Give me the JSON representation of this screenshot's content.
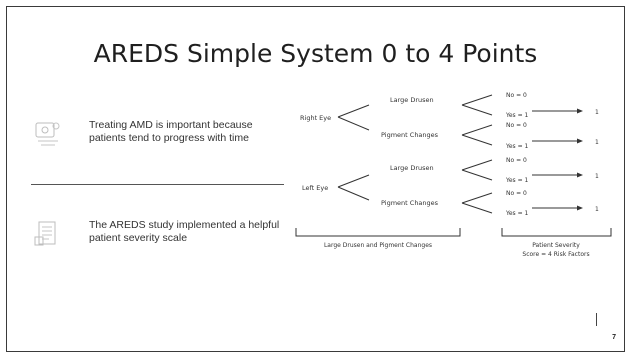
{
  "slide": {
    "title": "AREDS Simple System 0 to 4 Points",
    "page_number": "7"
  },
  "bullets": [
    {
      "text": "Treating AMD is important because patients tend to progress with time",
      "icon": "patient-eye-icon"
    },
    {
      "text": "The AREDS study implemented a helpful patient severity scale",
      "icon": "document-scale-icon"
    }
  ],
  "diagram": {
    "right_eye": "Right Eye",
    "left_eye": "Left Eye",
    "large_drusen": "Large Drusen",
    "pigment_changes": "Pigment Changes",
    "no": "No = 0",
    "yes": "Yes = 1",
    "point": "1",
    "bracket_left_label": "Large Drusen and Pigment Changes",
    "bracket_right_label_1": "Patient Severity",
    "bracket_right_label_2": "Score = 4 Risk Factors"
  },
  "colors": {
    "text": "#333333",
    "border": "#3a3a3a",
    "icon": "#b0b0b0"
  }
}
